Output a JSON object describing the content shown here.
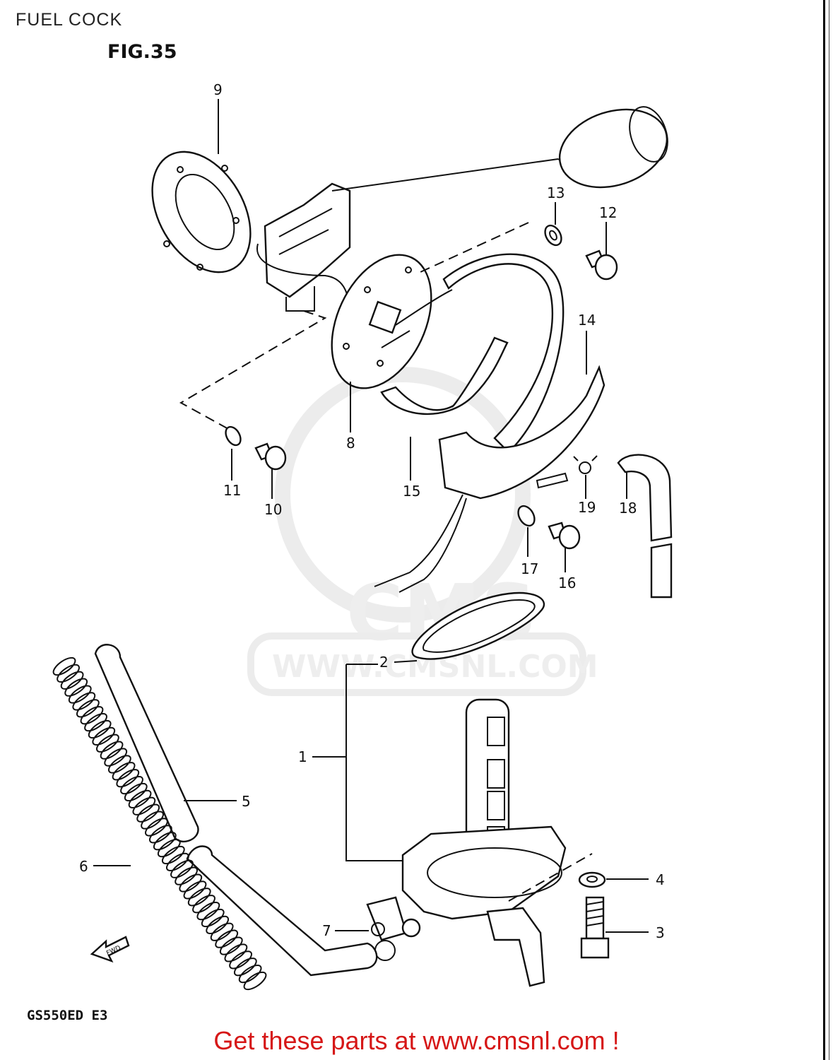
{
  "header": {
    "section": "FUEL COCK",
    "figure": "FIG.35"
  },
  "model": "GS550ED E3",
  "promo": "Get these parts at www.cmsnl.com !",
  "watermark": {
    "logo": "CMS",
    "url": "WWW.CMSNL.COM"
  },
  "fwd_label": "FWD",
  "colors": {
    "promo": "#d61717",
    "lines": "#111111",
    "watermark": "#eeeeee"
  },
  "callouts": {
    "c1": "1",
    "c2": "2",
    "c3": "3",
    "c4": "4",
    "c5": "5",
    "c6": "6",
    "c7": "7",
    "c8": "8",
    "c9": "9",
    "c10": "10",
    "c11": "11",
    "c12": "12",
    "c13": "13",
    "c14": "14",
    "c15": "15",
    "c16": "16",
    "c17": "17",
    "c18": "18",
    "c19": "19"
  }
}
